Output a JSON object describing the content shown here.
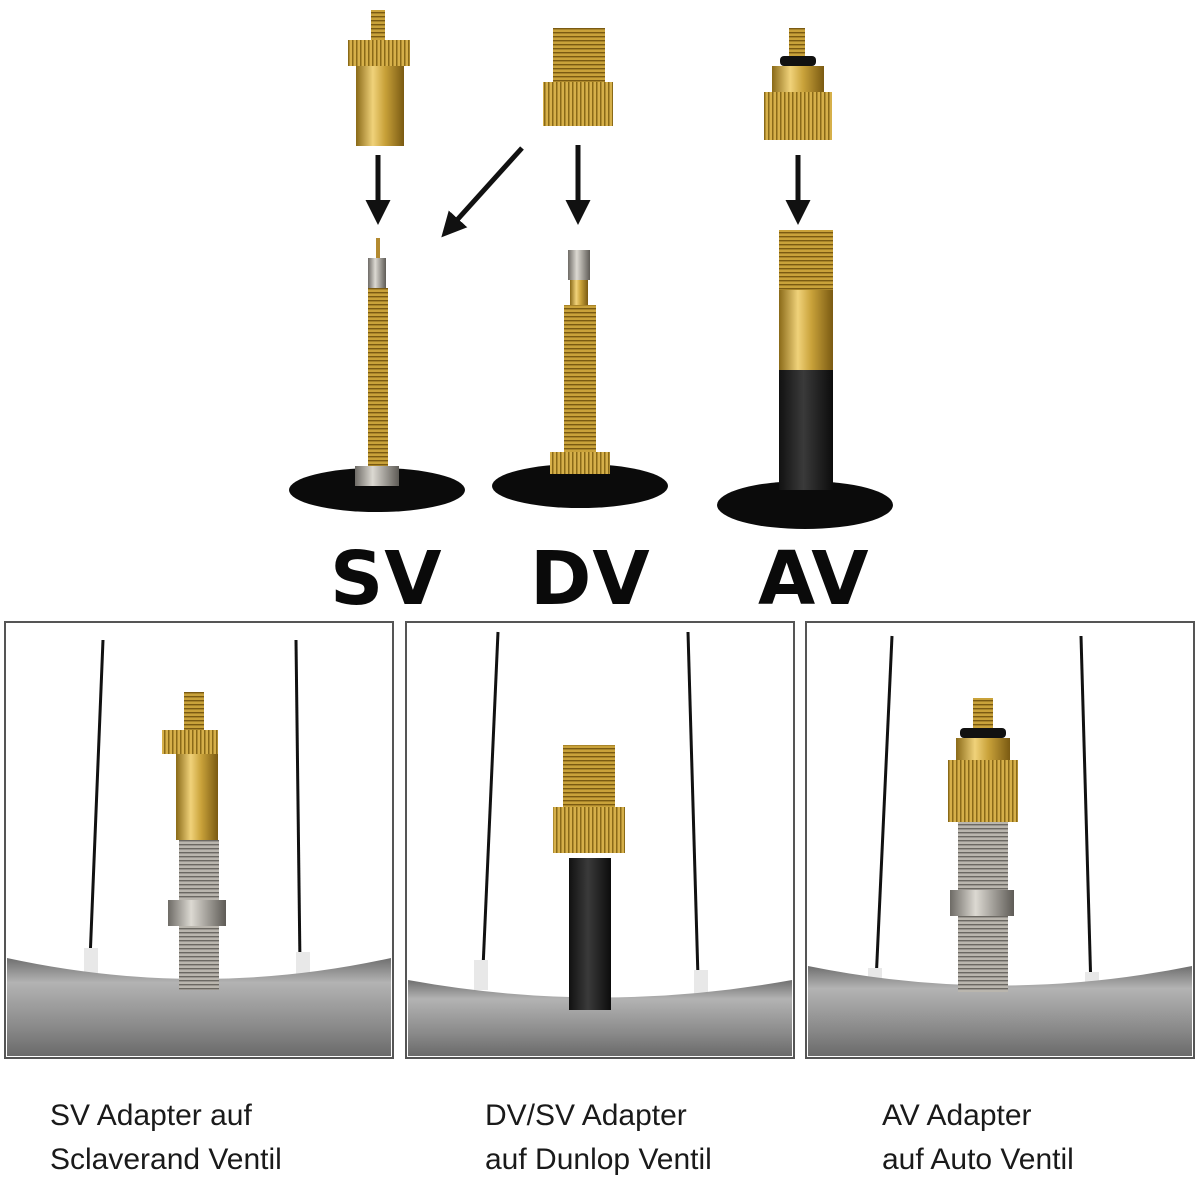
{
  "valve_types": {
    "sv": "SV",
    "dv": "DV",
    "av": "AV"
  },
  "captions": {
    "sv": {
      "line1": "SV Adapter auf",
      "line2": "Sclaverand Ventil"
    },
    "dv": {
      "line1": "DV/SV Adapter",
      "line2": "auf Dunlop Ventil"
    },
    "av": {
      "line1": "AV Adapter",
      "line2": "auf Auto Ventil"
    }
  },
  "colors": {
    "brass": "#c9a23a",
    "brass_dark": "#8a6a18",
    "brass_light": "#f0d27a",
    "rubber": "#0b0b0b",
    "rim": "#8f8f8f",
    "steel": "#a9a6a0"
  }
}
